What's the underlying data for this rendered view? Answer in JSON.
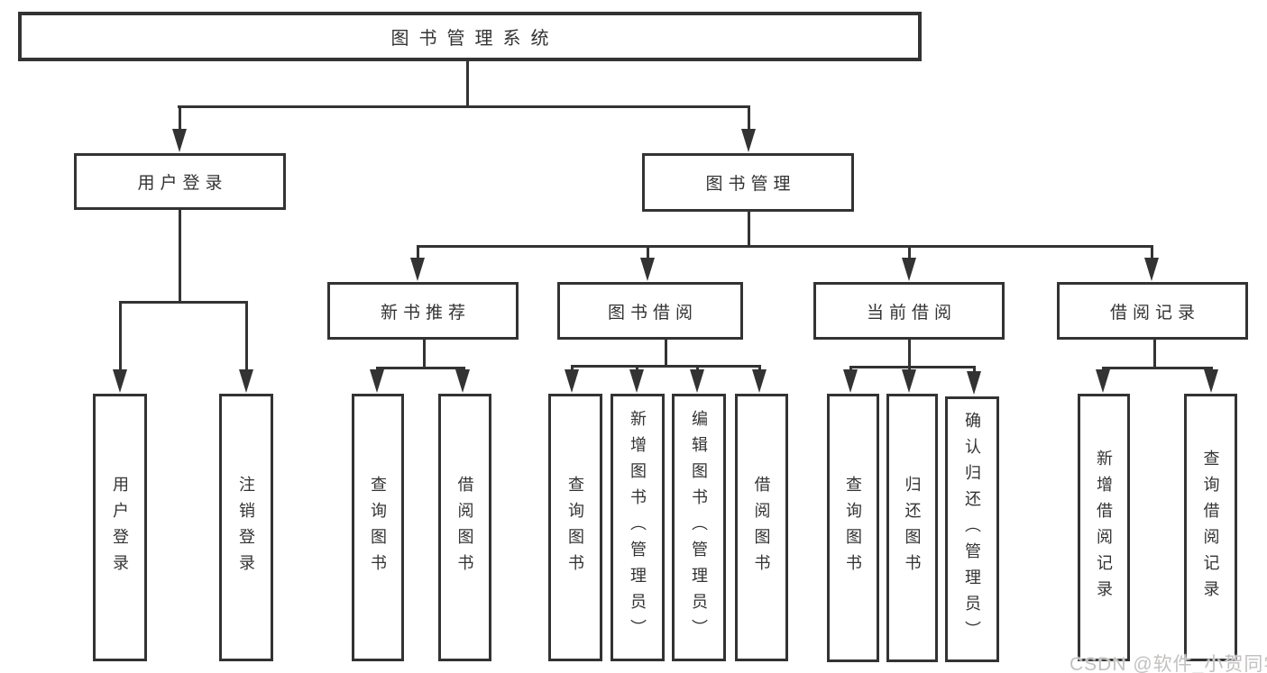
{
  "title": "图书管理系统",
  "branches": [
    {
      "label": "用户登录",
      "children": [
        {
          "label": "用户登录"
        },
        {
          "label": "注销登录"
        }
      ]
    },
    {
      "label": "图书管理",
      "children": [
        {
          "label": "新书推荐",
          "children": [
            {
              "label": "查询图书"
            },
            {
              "label": "借阅图书"
            }
          ]
        },
        {
          "label": "图书借阅",
          "children": [
            {
              "label": "查询图书"
            },
            {
              "label": "新增图书（管理员）"
            },
            {
              "label": "编辑图书（管理员）"
            },
            {
              "label": "借阅图书"
            }
          ]
        },
        {
          "label": "当前借阅",
          "children": [
            {
              "label": "查询图书"
            },
            {
              "label": "归还图书"
            },
            {
              "label": "确认归还（管理员）"
            }
          ]
        },
        {
          "label": "借阅记录",
          "children": [
            {
              "label": "新增借阅记录"
            },
            {
              "label": "查询借阅记录"
            }
          ]
        }
      ]
    }
  ],
  "watermark": "CSDN @软件_小贺同学",
  "colors": {
    "line": "#333333",
    "text": "#333333",
    "background": "#ffffff",
    "watermark": "#c3c1c0"
  }
}
